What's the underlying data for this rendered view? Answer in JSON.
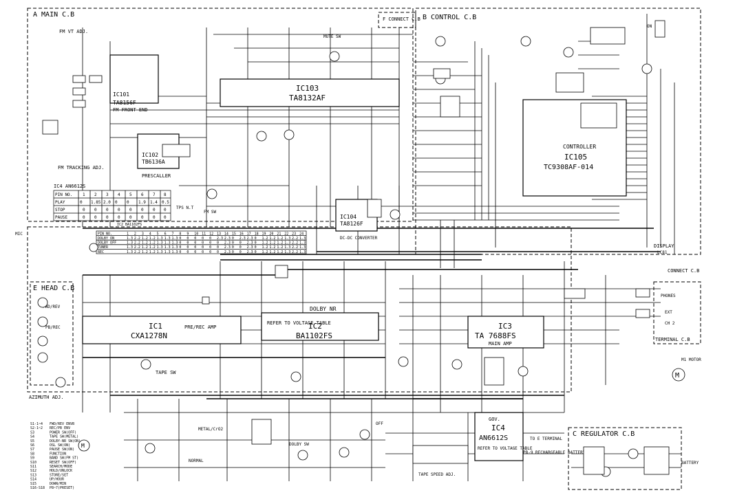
{
  "boards": {
    "main": "A MAIN C.B",
    "control": "B CONTROL C.B",
    "head": "E HEAD C.B",
    "regulator": "C REGULATOR C.B",
    "connect_f": "F CONNECT C.B",
    "connect_right": "CONNECT C.B",
    "terminal": "TERMINAL C.B"
  },
  "ics": [
    {
      "id": "ic101",
      "ref": "IC101",
      "part": "TA8156F",
      "desc": "FM FRONT END"
    },
    {
      "id": "ic102",
      "ref": "IC102",
      "part": "TB6136A",
      "desc": "PRESCALLER"
    },
    {
      "id": "ic103",
      "ref": "IC103",
      "part": "TA8132AF",
      "desc": ""
    },
    {
      "id": "ic104",
      "ref": "IC104",
      "part": "TA8126F",
      "desc": "DC-DC CONVERTER"
    },
    {
      "id": "ic105",
      "ref": "IC105",
      "part": "TC9308AF-014",
      "desc": "CONTROLLER"
    },
    {
      "id": "ic1",
      "ref": "IC1",
      "part": "CXA1278N",
      "desc": "PRE/REC AMP"
    },
    {
      "id": "ic2",
      "ref": "IC2",
      "part": "BA1102FS",
      "desc": "DOLBY NR"
    },
    {
      "id": "ic3",
      "ref": "IC3",
      "part": "TA 7688FS",
      "desc": "MAIN AMP"
    },
    {
      "id": "ic4",
      "ref": "IC4",
      "part": "AN6612S",
      "desc": "GOV."
    }
  ],
  "notes": {
    "refer_voltage_ic2": "REFER TO VOLTAGE TABLE",
    "refer_voltage_ic4": "REFER TO VOLTAGE TABLE",
    "fm_vt_adj": "FM VT ADJ.",
    "fm_tracking_adj": "FM TRACKING ADJ.",
    "azimuth_adj": "AZIMUTH ADJ.",
    "tape_speed_adj": "TAPE SPEED ADJ.",
    "display": "DISPLAY",
    "lcd": "LC81",
    "connect_cb": "CONNECT C.B",
    "m1_motor": "M1 MOTOR",
    "battery": "BATTERY",
    "pb_battery": "PB-9 RECHARGEABLE BATTERY",
    "to_terminal": "TO E TERMINAL",
    "dolby_sw": "DOLBY SW",
    "tape_sw": "TAPE SW",
    "metal_crg": "METAL/CrO2",
    "normal": "NORMAL",
    "off": "OFF",
    "on": "ON",
    "mute_sw": "MUTE SW",
    "fm_sw": "FM SW",
    "tps_nt": "TPS N.T",
    "fwd_rev": "FWD/REV",
    "pb_rec": "PB/REC"
  },
  "ic4_table": {
    "title": "IC4 AN6612S",
    "headers": [
      "PIN NO.",
      "1",
      "2",
      "3",
      "4",
      "5",
      "6",
      "7",
      "8"
    ],
    "rows": [
      [
        "PLAY",
        "0",
        "1.85",
        "2.0",
        "0",
        "0",
        "1.9",
        "1.4",
        "0.5"
      ],
      [
        "STOP",
        "0",
        "0",
        "0",
        "0",
        "0",
        "0",
        "0",
        "0"
      ],
      [
        "PAUSE",
        "0",
        "0",
        "0",
        "0",
        "0",
        "0",
        "0",
        "0"
      ]
    ]
  },
  "ic2_table": {
    "title": "IC2 BA1102FS",
    "headers": [
      "PIN NO.",
      "1",
      "2",
      "3",
      "4",
      "5",
      "6",
      "7",
      "8",
      "9",
      "10",
      "11",
      "12",
      "13",
      "14",
      "15",
      "16",
      "17",
      "18",
      "19",
      "20",
      "21",
      "22",
      "23",
      "24"
    ],
    "rows": [
      [
        "DOLBY ON",
        "1.3",
        "2.2",
        "1.2",
        "1.2",
        "1.3",
        "1.3",
        "1.3",
        "0",
        "0",
        "0",
        "0",
        "0",
        "2.3",
        "2.3",
        "0",
        "2.3",
        "2.3",
        "0",
        "1.2",
        "1.2",
        "1.2",
        "1.3",
        "2.2",
        "1.3"
      ],
      [
        "DOLBY OFF",
        "1.3",
        "2.2",
        "1.2",
        "1.2",
        "1.3",
        "1.3",
        "1.3",
        "0",
        "0",
        "0",
        "0",
        "0",
        "0",
        "2.3",
        "0",
        "0",
        "2.3",
        "0",
        "1.2",
        "1.2",
        "1.2",
        "1.3",
        "2.2",
        "1.3"
      ],
      [
        "TUNER",
        "1.3",
        "2.2",
        "1.2",
        "1.2",
        "1.3",
        "1.3",
        "1.3",
        "0",
        "0",
        "0",
        "0",
        "0",
        "0",
        "2.3",
        "0",
        "0",
        "2.3",
        "0",
        "1.2",
        "1.2",
        "1.2",
        "1.3",
        "2.2",
        "1.3"
      ],
      [
        "REC",
        "1.3",
        "2.2",
        "1.2",
        "1.2",
        "1.3",
        "1.3",
        "1.3",
        "0",
        "0",
        "0",
        "0",
        "0",
        "0",
        "2.3",
        "0",
        "0",
        "2.3",
        "0",
        "1.2",
        "1.2",
        "1.2",
        "1.3",
        "2.2",
        "1.3"
      ]
    ]
  },
  "switch_legend": [
    [
      "S1-1~4",
      "FWD/REV ENVB"
    ],
    [
      "S2-1~2",
      "REC/PB ENV"
    ],
    [
      "S3",
      "POWER SW(OFF)"
    ],
    [
      "S4",
      "TAPE SW(METAL)"
    ],
    [
      "S5",
      "DOLBY-NR SW(ON)"
    ],
    [
      "S6",
      "OSL SW(ON)"
    ],
    [
      "S7",
      "PAUSE SW(ON)"
    ],
    [
      "S8",
      "FUNCTION"
    ],
    [
      "S9",
      "BAND SW(FM ST)"
    ],
    [
      "S10",
      "RESET SW(OFF)"
    ],
    [
      "S11",
      "SEARCH/MODE"
    ],
    [
      "S12",
      "HOLD/UNLOCK"
    ],
    [
      "S13",
      "STORE/SET"
    ],
    [
      "S14",
      "UP/HOUR"
    ],
    [
      "S15",
      "DOWN/MIN"
    ],
    [
      "S16-S18",
      "P8~7(PRESET)"
    ]
  ],
  "jacks": {
    "mic": "MIC",
    "phones": "PHONES",
    "ext": "EXT",
    "ch2": "CH 2"
  }
}
